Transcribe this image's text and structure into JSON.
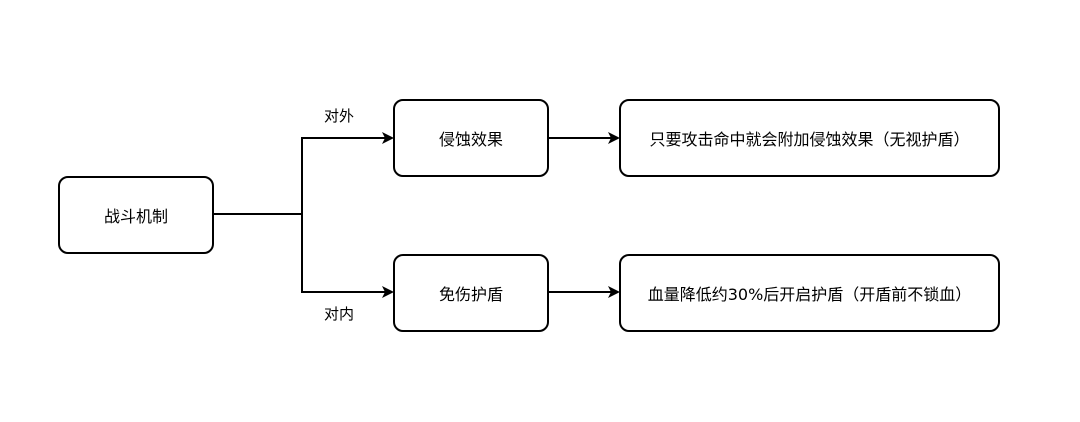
{
  "diagram": {
    "root": {
      "label": "战斗机制"
    },
    "branches": [
      {
        "edge_label": "对外",
        "node": {
          "label": "侵蚀效果"
        },
        "detail": {
          "label": "只要攻击命中就会附加侵蚀效果（无视护盾）"
        }
      },
      {
        "edge_label": "对内",
        "node": {
          "label": "免伤护盾"
        },
        "detail": {
          "label": "血量降低约30%后开启护盾（开盾前不锁血）"
        }
      }
    ],
    "line_color": "#000000"
  }
}
